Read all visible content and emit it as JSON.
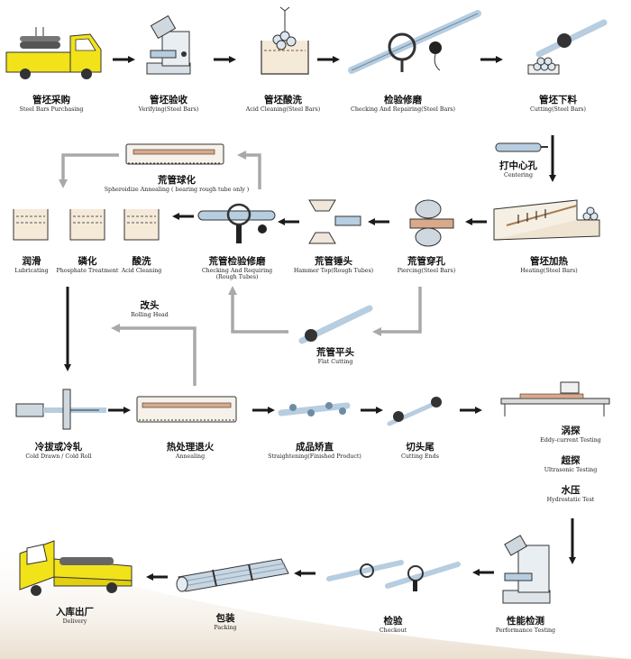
{
  "steps": {
    "s1": {
      "zh": "管坯采购",
      "en": "Steel Bars Purchasing"
    },
    "s2": {
      "zh": "管坯验收",
      "en": "Verifying(Steel Bars)"
    },
    "s3": {
      "zh": "管坯酸洗",
      "en": "Acid Cleaning(Steel Bars)"
    },
    "s4": {
      "zh": "检验修磨",
      "en": "Checking And Repairing(Steel Bars)"
    },
    "s5": {
      "zh": "管坯下料",
      "en": "Cutting(Steel Bars)"
    },
    "s6": {
      "zh": "打中心孔",
      "en": "Centering"
    },
    "s7": {
      "zh": "管坯加热",
      "en": "Heating(Steel Bars)"
    },
    "s8": {
      "zh": "荒管穿孔",
      "en": "Piercing(Steel Bars)"
    },
    "s9": {
      "zh": "荒管锤头",
      "en": "Hammer Top(Rough Tubes)"
    },
    "s10": {
      "zh": "荒管检验修磨",
      "en": "Checking And Requiring",
      "en2": "(Rough Tubes)"
    },
    "s11": {
      "zh": "荒管球化",
      "en": "Spheroidize Annealing ( bearing rough tube only )"
    },
    "s12": {
      "zh": "荒管平头",
      "en": "Flat Cutting"
    },
    "s13a": {
      "zh": "润滑",
      "en": "Lubricating"
    },
    "s13b": {
      "zh": "磷化",
      "en": "Phosphate Treatment"
    },
    "s13c": {
      "zh": "酸洗",
      "en": "Acid Cleaning"
    },
    "s14": {
      "zh": "改头",
      "en": "Rolling Head"
    },
    "s15": {
      "zh": "冷拔或冷轧",
      "en": "Cold Drawn / Cold Roll"
    },
    "s16": {
      "zh": "热处理退火",
      "en": "Annealing"
    },
    "s17": {
      "zh": "成品矫直",
      "en": "Straightening(Finished Product)"
    },
    "s18": {
      "zh": "切头尾",
      "en": "Cutting Ends"
    },
    "s19": {
      "zh": "涡探",
      "en": "Eddy-current Testing"
    },
    "s20": {
      "zh": "超探",
      "en": "Ultrasonic Testing"
    },
    "s21": {
      "zh": "水压",
      "en": "Hydrostatic Test"
    },
    "s22": {
      "zh": "性能检测",
      "en": "Performance Testing"
    },
    "s23": {
      "zh": "检验",
      "en": "Checkout"
    },
    "s24": {
      "zh": "包装",
      "en": "Packing"
    },
    "s25": {
      "zh": "入库出厂",
      "en": "Delivery"
    }
  },
  "colors": {
    "truck": "#f2e21a",
    "steel": "#b7cde0",
    "arrow": "#1a1a1a",
    "grey_arrow": "#a9a9a9",
    "rod_copper": "#d9a98a"
  }
}
